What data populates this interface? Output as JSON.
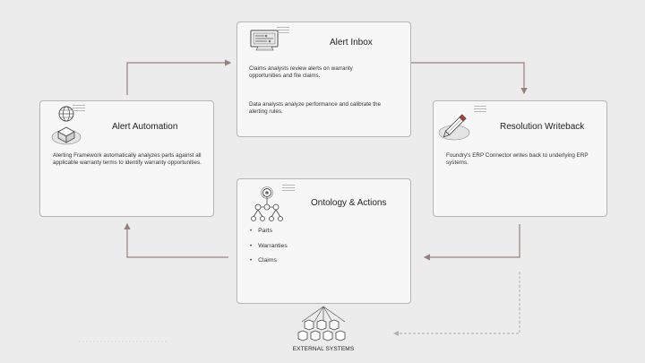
{
  "alert_inbox": {
    "title": "Alert Inbox",
    "text1": "Claims analysts review alerts on warranty opportunities and file claims.",
    "text2": "Data analysts analyze performance and calibrate the alerting rules.",
    "icon": "inbox-dashboard-icon"
  },
  "alert_automation": {
    "title": "Alert Automation",
    "text": "Alerting Framework automatically analyzes parts against all applicable warranty terms to identify warranty opportunities.",
    "icon": "globe-box-icon"
  },
  "resolution_writeback": {
    "title": "Resolution Writeback",
    "text": "Foundry's ERP Connector writes back to underlying ERP systems.",
    "icon": "pencil-icon"
  },
  "ontology_actions": {
    "title": "Ontology & Actions",
    "items": [
      "Parts",
      "Warranties",
      "Claims"
    ],
    "icon": "ontology-tree-icon"
  },
  "external_systems": {
    "label": "EXTERNAL SYSTEMS",
    "icon": "database-cluster-icon"
  },
  "colors": {
    "arrow": "#9a7f7f",
    "card_border": "#b5b5b5",
    "background": "#ececec"
  }
}
